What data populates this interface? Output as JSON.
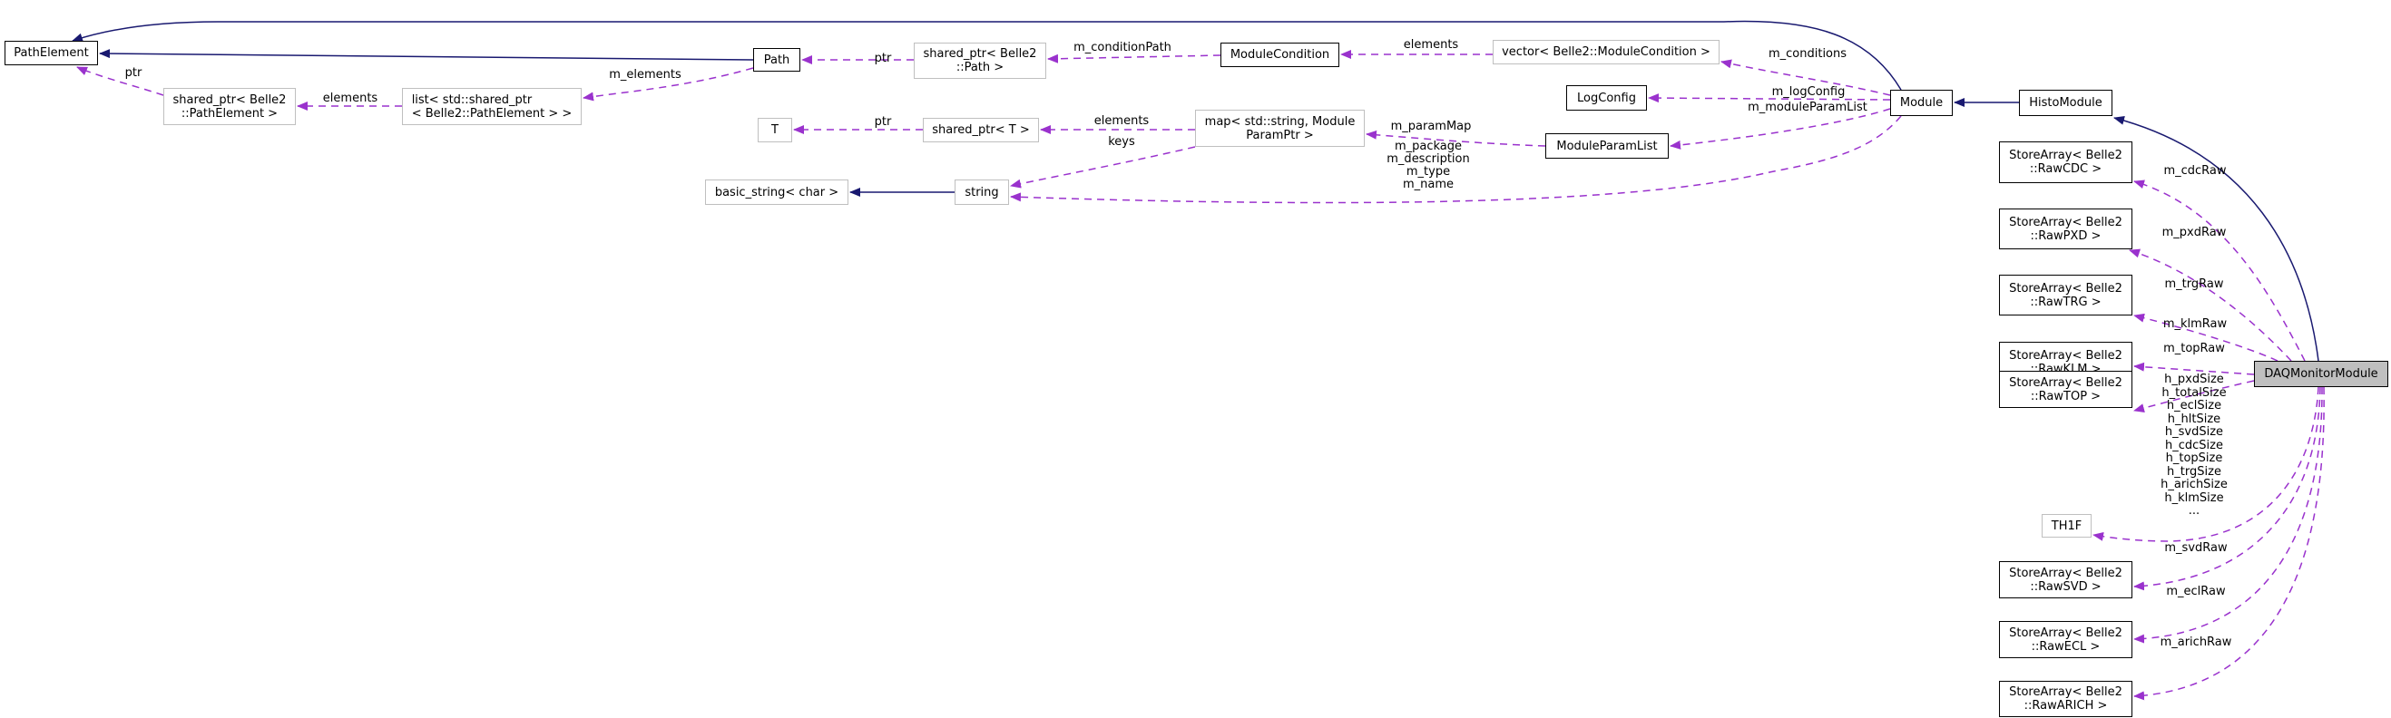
{
  "colors": {
    "inheritance": "#191970",
    "usage": "#9a32cd",
    "focus_fill": "#bfbfbf"
  },
  "nodes": {
    "path_element": "PathElement",
    "path": "Path",
    "shared_ptr_path": "shared_ptr< Belle2\n::Path >",
    "module_condition": "ModuleCondition",
    "vector_module_condition": "vector< Belle2::ModuleCondition >",
    "shared_ptr_path_element": "shared_ptr< Belle2\n::PathElement >",
    "list_shared_ptr": "list< std::shared_ptr\n< Belle2::PathElement > >",
    "log_config": "LogConfig",
    "module": "Module",
    "histo_module": "HistoModule",
    "t": "T",
    "shared_ptr_t": "shared_ptr< T >",
    "map_param": "map< std::string, Module\nParamPtr >",
    "module_param_list": "ModuleParamList",
    "basic_string": "basic_string< char >",
    "string": "string",
    "store_cdc": "StoreArray< Belle2\n::RawCDC >",
    "store_pxd": "StoreArray< Belle2\n::RawPXD >",
    "store_trg": "StoreArray< Belle2\n::RawTRG >",
    "store_klm": "StoreArray< Belle2\n::RawKLM >",
    "store_top": "StoreArray< Belle2\n::RawTOP >",
    "th1f": "TH1F",
    "store_svd": "StoreArray< Belle2\n::RawSVD >",
    "store_ecl": "StoreArray< Belle2\n::RawECL >",
    "store_arich": "StoreArray< Belle2\n::RawARICH >",
    "daq_monitor": "DAQMonitorModule"
  },
  "edge_labels": {
    "ptr_path_element": "ptr",
    "elements_list": "elements",
    "m_elements": "m_elements",
    "ptr_path": "ptr",
    "m_condition_path": "m_conditionPath",
    "elements_vector": "elements",
    "m_conditions": "m_conditions",
    "m_log_config": "m_logConfig",
    "m_module_param_list": "m_moduleParamList",
    "ptr_t": "ptr",
    "elements_map": "elements",
    "keys": "keys",
    "m_param_map": "m_paramMap",
    "module_strings": "m_package\nm_description\nm_type\nm_name",
    "m_cdc_raw": "m_cdcRaw",
    "m_pxd_raw": "m_pxdRaw",
    "m_trg_raw": "m_trgRaw",
    "m_klm_raw": "m_klmRaw",
    "m_top_raw": "m_topRaw",
    "histograms": "h_pxdSize\nh_totalSize\nh_eclSize\nh_hltSize\nh_svdSize\nh_cdcSize\nh_topSize\nh_trgSize\nh_arichSize\nh_klmSize\n...",
    "m_svd_raw": "m_svdRaw",
    "m_ecl_raw": "m_eclRaw",
    "m_arich_raw": "m_arichRaw"
  }
}
